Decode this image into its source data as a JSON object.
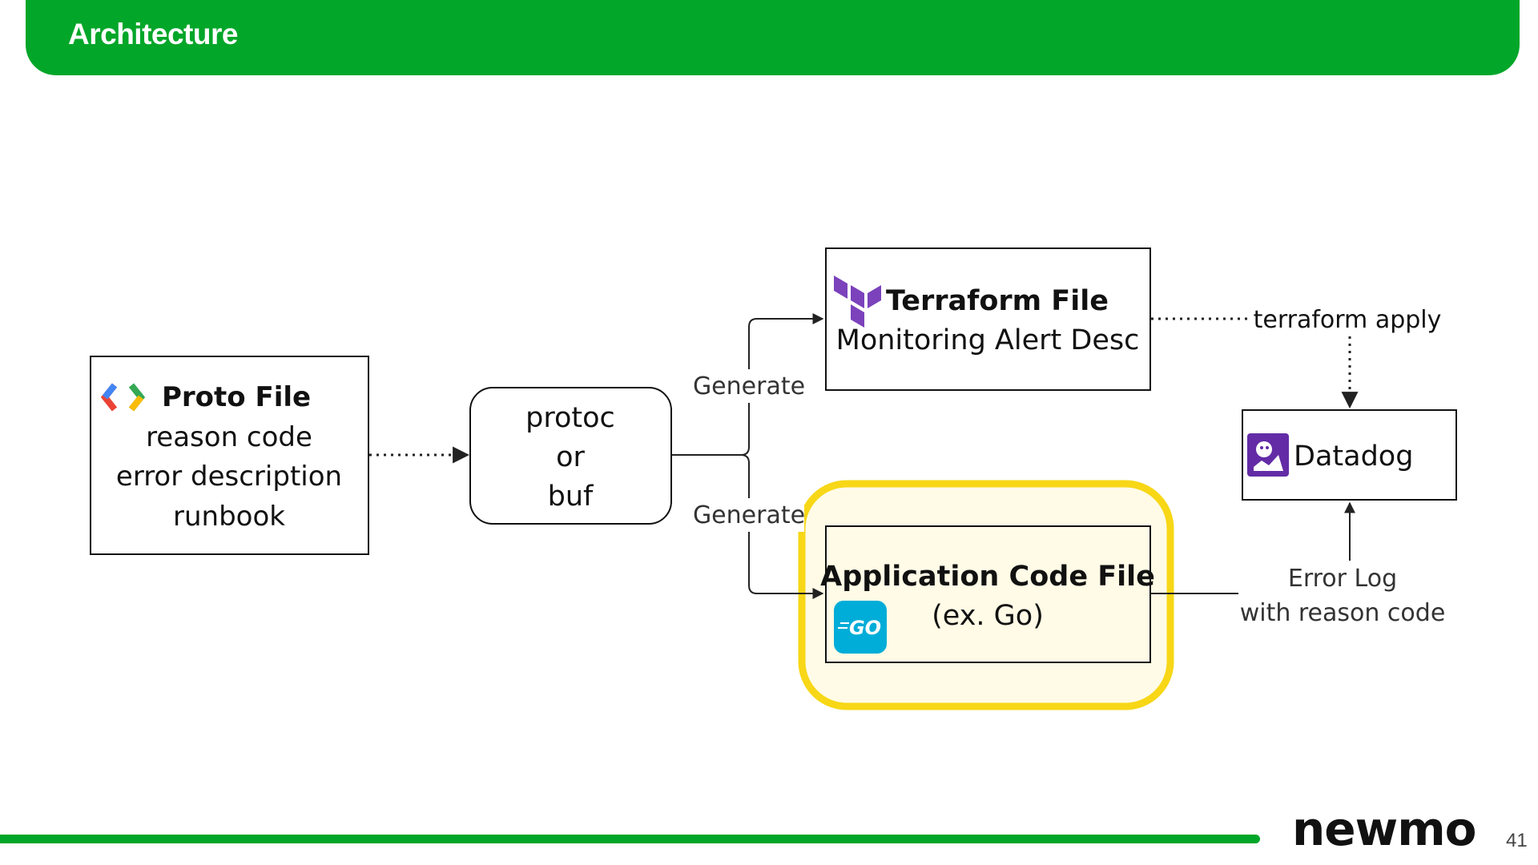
{
  "header": {
    "title": "Architecture"
  },
  "diagram": {
    "proto_box": {
      "title": "Proto File",
      "lines": [
        "reason code",
        "error description",
        "runbook"
      ],
      "icon": "proto-brackets-icon"
    },
    "compiler_box": {
      "lines": [
        "protoc",
        "or",
        "buf"
      ]
    },
    "generate_labels": [
      "Generate",
      "Generate"
    ],
    "terraform_box": {
      "title": "Terraform File",
      "subtitle": "Monitoring Alert Desc",
      "icon": "terraform-logo-icon"
    },
    "app_box": {
      "title": "Application Code File",
      "subtitle": "(ex. Go)",
      "icon": "go-logo-icon",
      "icon_text": "GO"
    },
    "terraform_apply_label": "terraform apply",
    "datadog_box": {
      "label": "Datadog",
      "icon": "datadog-logo-icon"
    },
    "error_log_label": {
      "line1": "Error Log",
      "line2": "with reason code"
    },
    "colors": {
      "highlight_border": "#f7d716",
      "highlight_fill": "#fffbe6",
      "terraform_purple": "#7b42bc",
      "go_blue": "#00add8",
      "datadog_purple": "#632ca6"
    }
  },
  "footer": {
    "brand": "newmo",
    "page_number": "41",
    "accent": "#02a629"
  }
}
